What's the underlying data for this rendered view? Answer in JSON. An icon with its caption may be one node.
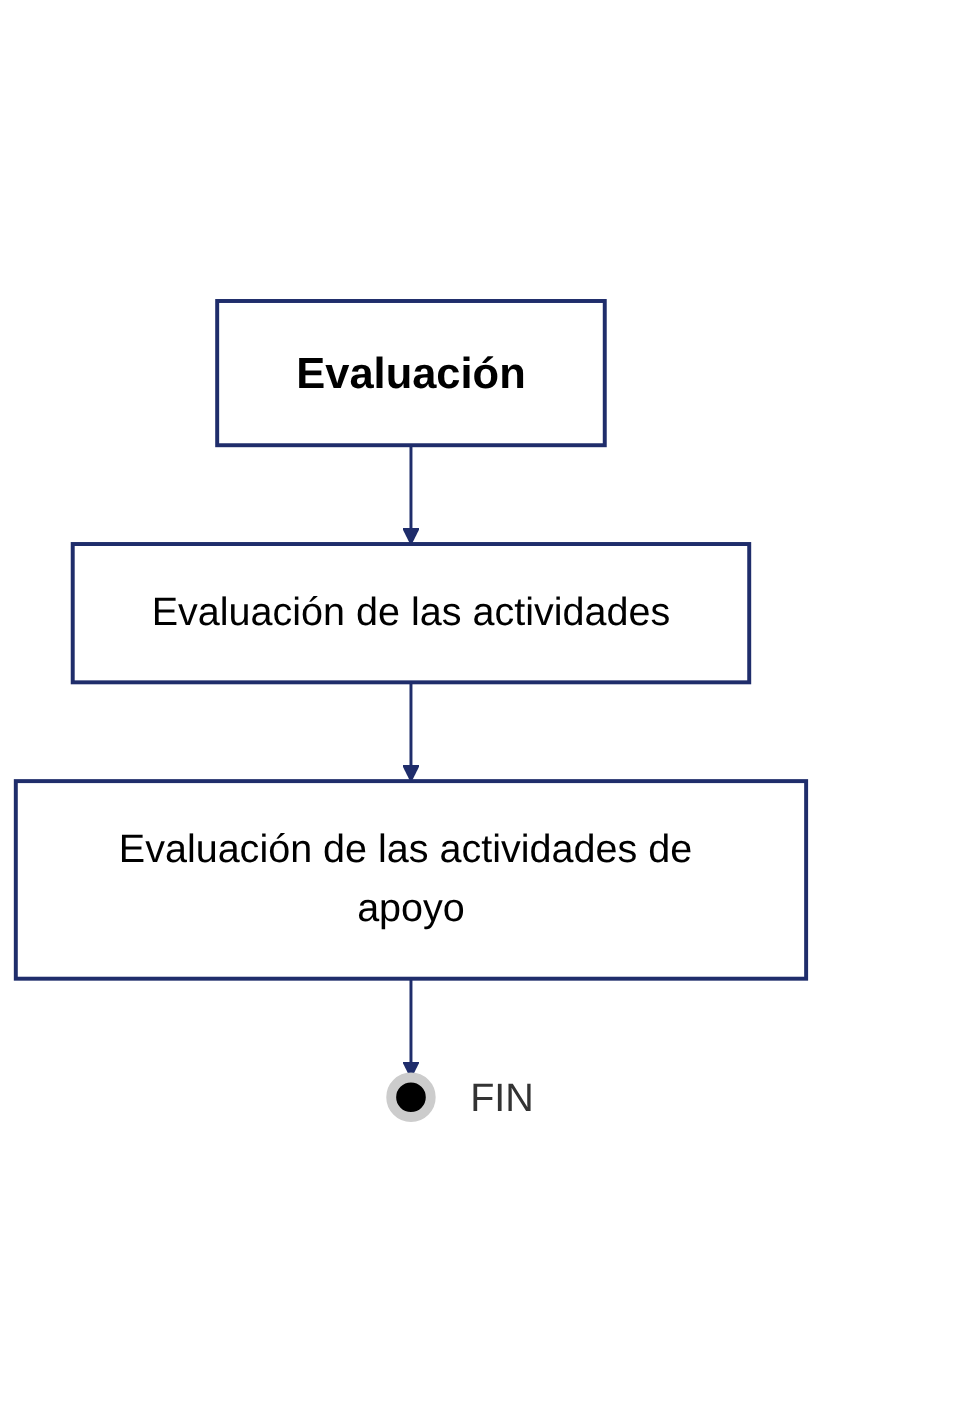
{
  "diagram": {
    "nodes": [
      {
        "text": [
          "Evaluación"
        ]
      },
      {
        "text": [
          "Evaluación de las actividades"
        ]
      },
      {
        "text": [
          "Evaluación de las actividades de apoyo"
        ]
      },
      {
        "text": [],
        "shape": "circle",
        "beside": [
          "FIN"
        ]
      }
    ],
    "edges": [
      {
        "from": 0,
        "to": 1,
        "arrow": "to"
      },
      {
        "from": 1,
        "to": 2,
        "arrow": "to"
      },
      {
        "from": 2,
        "to": 3,
        "arrow": "to"
      }
    ]
  }
}
